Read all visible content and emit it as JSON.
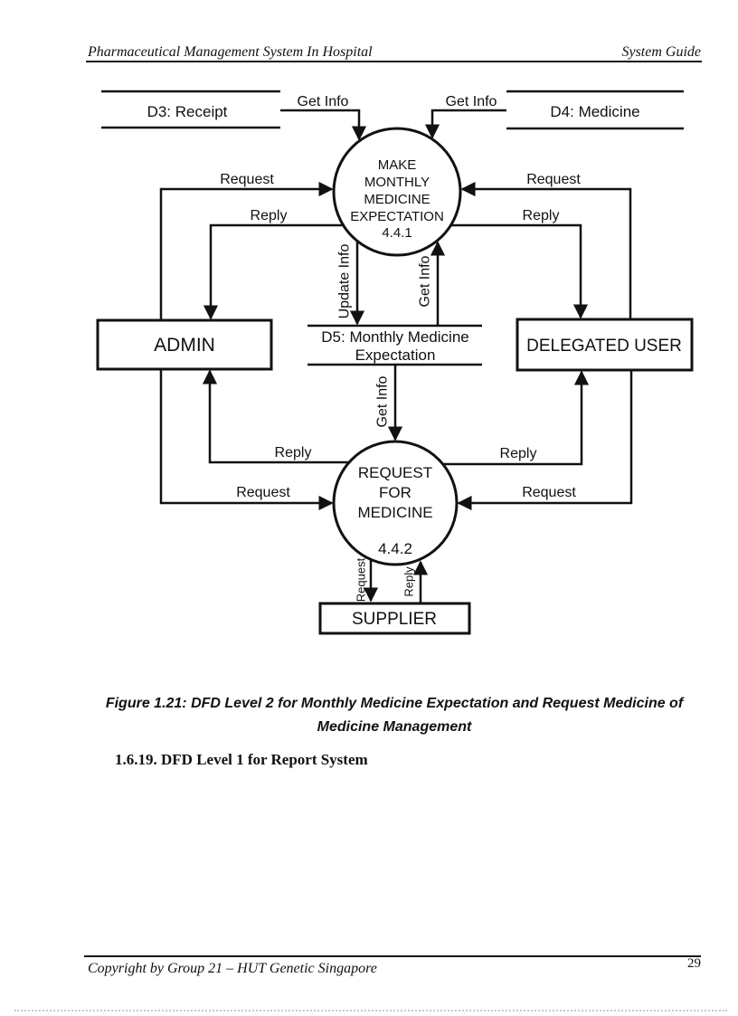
{
  "header": {
    "left": "Pharmaceutical Management System In Hospital",
    "right": "System Guide"
  },
  "caption": {
    "line1": "Figure 1.21: DFD Level 2 for Monthly Medicine Expectation and Request Medicine of",
    "line2": "Medicine Management"
  },
  "section_heading": "1.6.19. DFD Level 1 for Report System",
  "footer": {
    "copyright": "Copyright by Group 21 – HUT Genetic Singapore",
    "page_number": "29"
  },
  "diagram": {
    "stores": {
      "d3": "D3: Receipt",
      "d4": "D4: Medicine",
      "d5_line1": "D5: Monthly Medicine",
      "d5_line2": "Expectation"
    },
    "processes": {
      "p1": {
        "l1": "MAKE",
        "l2": "MONTHLY",
        "l3": "MEDICINE",
        "l4": "EXPECTATION",
        "num": "4.4.1"
      },
      "p2": {
        "l1": "REQUEST",
        "l2": "FOR",
        "l3": "MEDICINE",
        "num": "4.4.2"
      }
    },
    "entities": {
      "admin": "ADMIN",
      "delegated_user": "DELEGATED USER",
      "supplier": "SUPPLIER"
    },
    "flows": {
      "get_info_d3_p1": "Get Info",
      "get_info_d4_p1": "Get Info",
      "request_admin_p1": "Request",
      "reply_p1_admin": "Reply",
      "request_du_p1": "Request",
      "reply_p1_du": "Reply",
      "update_info_p1_d5": "Update Info",
      "get_info_d5_p1": "Get Info",
      "get_info_d5_p2": "Get Info",
      "reply_p2_admin": "Reply",
      "request_admin_p2": "Request",
      "reply_p2_du": "Reply",
      "request_du_p2": "Request",
      "request_p2_supplier": "Request",
      "reply_supplier_p2": "Reply"
    },
    "colors": {
      "ink": "#111111",
      "background": "#ffffff",
      "bottom_dots": "#ccc8c8"
    }
  }
}
